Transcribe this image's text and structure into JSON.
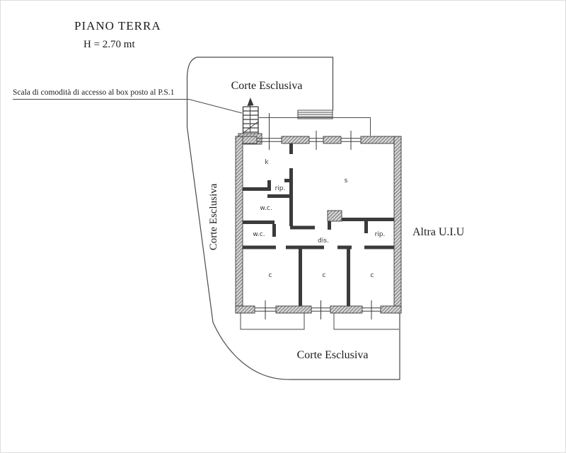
{
  "header": {
    "title": "PIANO TERRA",
    "height_note": "H = 2.70 mt"
  },
  "annotations": {
    "stair_note": "Scala di comodità di accesso al box posto al P.S.1",
    "adjacent_unit": "Altra U.I.U"
  },
  "courtyards": {
    "top_label": "Corte Esclusiva",
    "left_label": "Corte Esclusiva",
    "bottom_label": "Corte Esclusiva"
  },
  "rooms": {
    "kitchen": "k",
    "living_room": "s",
    "storage_1": "rip.",
    "wc_1": "w.c.",
    "wc_2": "w.c.",
    "hallway": "dis.",
    "storage_2": "rip.",
    "bedroom_1": "c",
    "bedroom_2": "c",
    "bedroom_3": "c"
  },
  "colors": {
    "boundary_line": "#4a4a4a",
    "wall_fill": "#8a8a8a",
    "partition": "#3b3b3b",
    "text": "#1c1c1c",
    "background": "#ffffff"
  }
}
